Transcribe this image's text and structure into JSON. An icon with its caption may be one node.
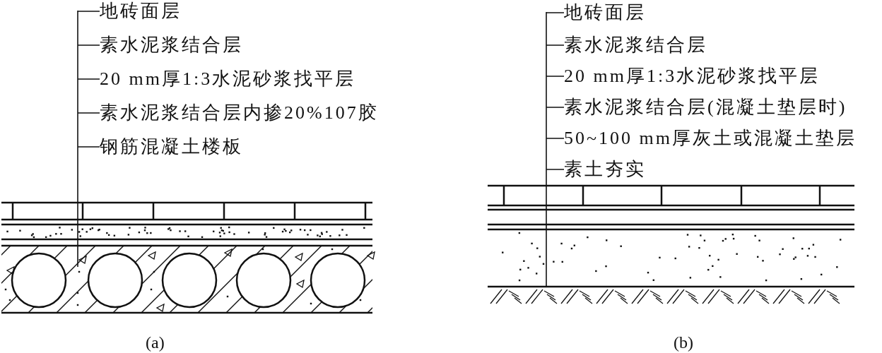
{
  "diagram": {
    "nodes": [
      {
        "text": [
          "地砖面层"
        ]
      },
      {
        "text": [
          "素水泥浆结合层"
        ]
      },
      {
        "text": [
          "20 mm厚1:3水泥砂浆找平层"
        ]
      },
      {
        "text": [
          "素水泥浆结合层内掺20%107胶"
        ]
      },
      {
        "text": [
          "钢筋混凝土楼板"
        ]
      },
      {
        "text": [],
        "shape": "picture"
      },
      {
        "text": [
          "地砖面层"
        ]
      },
      {
        "text": [
          "素水泥浆结合层"
        ]
      },
      {
        "text": [
          "20 mm厚1:3水泥砂浆找平层"
        ]
      },
      {
        "text": [
          "素水泥浆结合层(混凝土垫层时)"
        ]
      },
      {
        "text": [
          "50~100 mm厚灰土或混凝土垫层"
        ]
      },
      {
        "text": [
          "素土夯实"
        ]
      },
      {
        "text": [],
        "shape": "picture"
      }
    ],
    "edges": [
      {
        "from": 0,
        "to": 5,
        "arrow": "none"
      },
      {
        "from": 1,
        "to": 5,
        "arrow": "none"
      },
      {
        "from": 2,
        "to": 5,
        "arrow": "none"
      },
      {
        "from": 3,
        "to": 5,
        "arrow": "none"
      },
      {
        "from": 4,
        "to": 5,
        "arrow": "none"
      },
      {
        "from": 6,
        "to": 12,
        "arrow": "none"
      },
      {
        "from": 7,
        "to": 12,
        "arrow": "none"
      },
      {
        "from": 8,
        "to": 12,
        "arrow": "none"
      },
      {
        "from": 9,
        "to": 12,
        "arrow": "none"
      },
      {
        "from": 10,
        "to": 12,
        "arrow": "none"
      },
      {
        "from": 11,
        "to": 12,
        "arrow": "none"
      }
    ],
    "labels": [
      "(a)",
      "(b)"
    ]
  }
}
